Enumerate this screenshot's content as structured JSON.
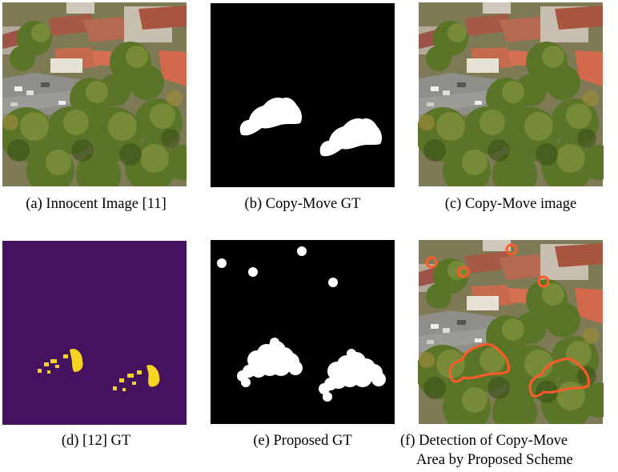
{
  "figure": {
    "panels": [
      {
        "id": "a",
        "caption": "(a) Innocent Image [11]"
      },
      {
        "id": "b",
        "caption": "(b)  Copy-Move GT"
      },
      {
        "id": "c",
        "caption": "(c) Copy-Move image"
      },
      {
        "id": "d",
        "caption": "(d) [12] GT"
      },
      {
        "id": "e",
        "caption": "(e)  Proposed GT"
      },
      {
        "id": "f",
        "caption_line1": "(f) Detection of Copy-Move",
        "caption_line2": "Area by Proposed Scheme"
      }
    ],
    "colors": {
      "mask_bg": "#000000",
      "mask_fg": "#ffffff",
      "heatmap_bg": "#44125f",
      "heatmap_fg": "#f5d521",
      "detection_outline": "#ff5a2a"
    }
  }
}
